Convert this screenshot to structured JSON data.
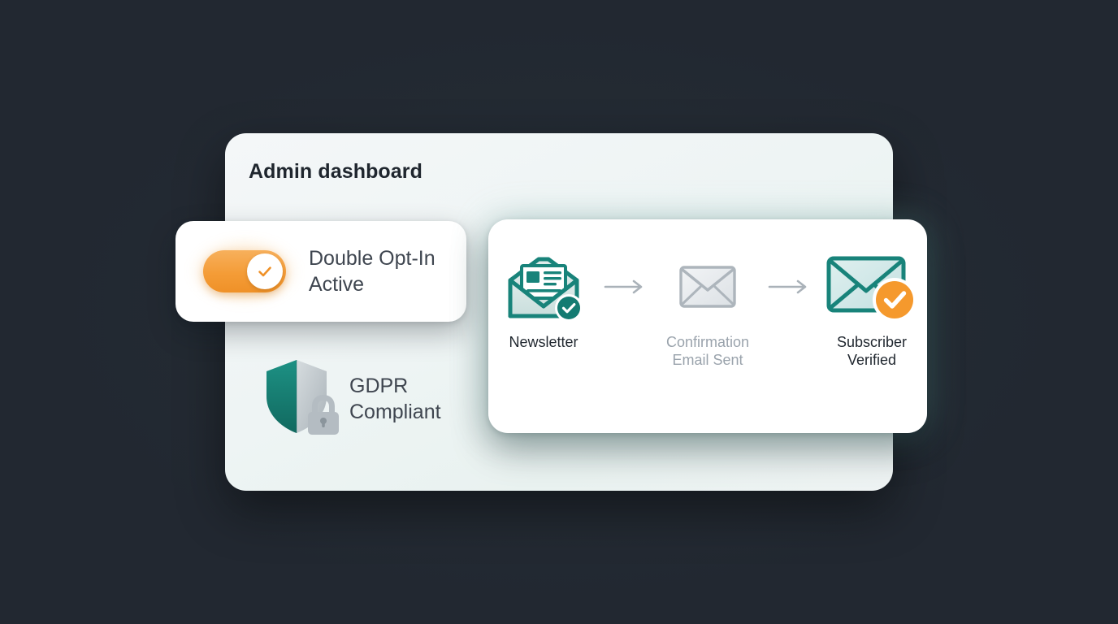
{
  "background": {
    "color": "#222831"
  },
  "dashboard": {
    "title": "Admin dashboard",
    "card_color": "#eef4f4"
  },
  "optin": {
    "label": "Double Opt-In\nActive",
    "toggle": {
      "state": "on",
      "icon": "check-icon",
      "track_color": "#f49c37",
      "knob_color": "#ffffff",
      "check_color": "#ef9128"
    }
  },
  "gdpr": {
    "label": "GDPR\nCompliant",
    "shield_icon": "shield-icon",
    "lock_icon": "lock-icon",
    "shield_teal": "#167d72",
    "shield_gray": "#b9c1c6"
  },
  "flow": {
    "steps": [
      {
        "icon": "open-envelope-newsletter-icon",
        "badge_icon": "check-badge-icon",
        "badge_color": "#147b72",
        "caption": "Newsletter",
        "muted": false
      },
      {
        "icon": "closed-envelope-icon",
        "badge_icon": null,
        "badge_color": "#b9c1c6",
        "caption": "Confirmation\nEmail Sent",
        "muted": true
      },
      {
        "icon": "envelope-verified-icon",
        "badge_icon": "check-badge-icon",
        "badge_color": "#f5992d",
        "caption": "Subscriber\nVerified",
        "muted": false
      }
    ],
    "arrows": [
      {
        "icon": "arrow-right-icon"
      },
      {
        "icon": "arrow-right-icon"
      }
    ],
    "colors": {
      "teal": "#18837a",
      "orange": "#f5992d",
      "gray": "#aab2b9"
    }
  }
}
